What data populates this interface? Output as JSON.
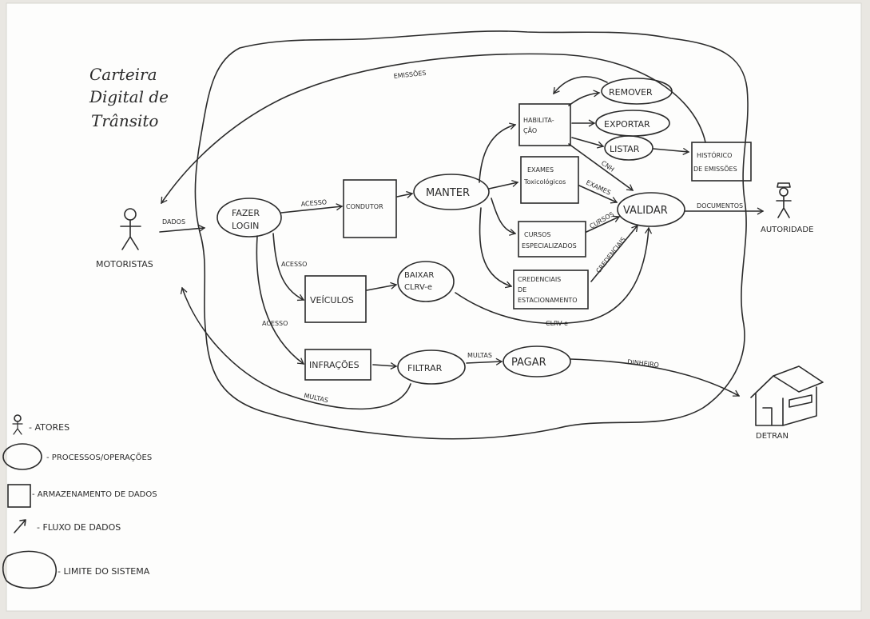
{
  "title": {
    "line1": "Carteira",
    "line2": "Digital de",
    "line3": "Trânsito"
  },
  "actors": {
    "motoristas": "MOTORISTAS",
    "autoridade": "AUTORIDADE",
    "detran": "DETRAN"
  },
  "processes": {
    "fazer_login": [
      "FAZER",
      "LOGIN"
    ],
    "manter": "MANTER",
    "remover": "REMOVER",
    "exportar": "EXPORTAR",
    "listar": "LISTAR",
    "validar": "VALIDAR",
    "baixar": [
      "BAIXAR",
      "CLRV-e"
    ],
    "filtrar": "FILTRAR",
    "pagar": "PAGAR"
  },
  "stores": {
    "condutor": "CONDUTOR",
    "habilitacao": [
      "HABILITA-",
      "ÇÃO"
    ],
    "exames": [
      "EXAMES",
      "Toxicológicos"
    ],
    "cursos": [
      "CURSOS",
      "ESPECIALIZADOS"
    ],
    "credenciais": [
      "CREDENCIAIS",
      "DE",
      "ESTACIONAMENTO"
    ],
    "historico": [
      "HISTÓRICO",
      "DE EMISSÕES"
    ],
    "veiculos": "VEÍCULOS",
    "infracoes": "INFRAÇÕES"
  },
  "flows": {
    "emissoes": "EMISSÕES",
    "dados": "DADOS",
    "acesso_condutor": "ACESSO",
    "acesso_veiculos": "ACESSO",
    "acesso_infracoes": "ACESSO",
    "cnh": "CNH",
    "exames": "EXAMES",
    "cursos": "CURSOS",
    "credenciais": "CREDENCIAIS",
    "documentos": "DOCUMENTOS",
    "clrv": "CLRV-e",
    "multas_pagar": "MULTAS",
    "multas_motoristas": "MULTAS",
    "dinheiro": "DINHEIRO"
  },
  "legend": {
    "atores": "- ATORES",
    "processos": "- PROCESSOS/OPERAÇÕES",
    "armazenamento": "- ARMAZENAMENTO DE DADOS",
    "fluxo": "- FLUXO DE DADOS",
    "limite": "- LIMITE DO SISTEMA"
  }
}
